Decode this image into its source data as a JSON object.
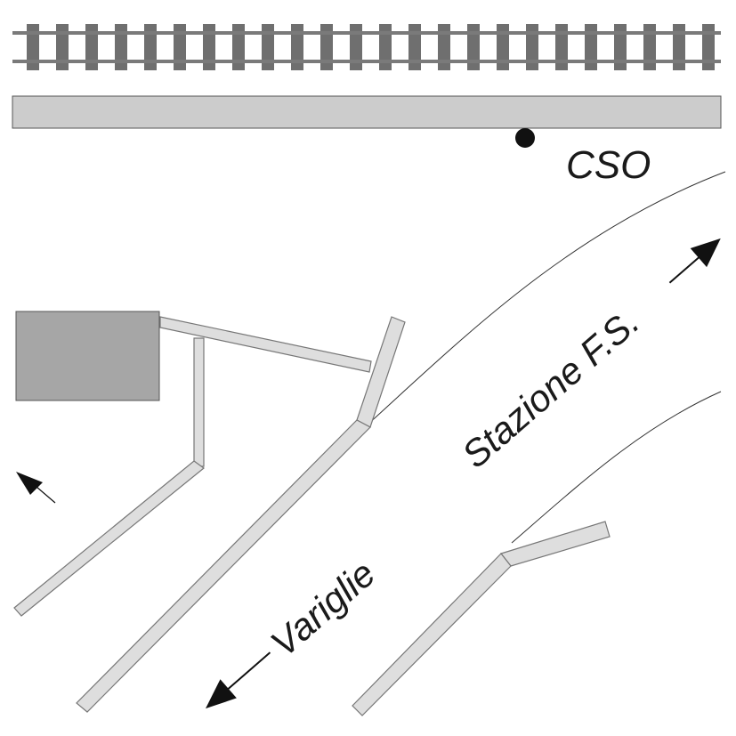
{
  "labels": {
    "cso": "CSO",
    "stazione": "Stazione F.S.",
    "variglie": "Variglie"
  },
  "colors": {
    "rail": "#777777",
    "tie": "#6f6f6f",
    "platform": "#cccccc",
    "building": "#a6a6a6",
    "pipe_fill": "#dedede",
    "pipe_stroke": "#777777",
    "road_edge": "#333333",
    "marker": "#111111"
  },
  "icons": {
    "railway": "railway-track",
    "cso_marker": "filled-circle-point",
    "arrow": "arrow-head"
  }
}
